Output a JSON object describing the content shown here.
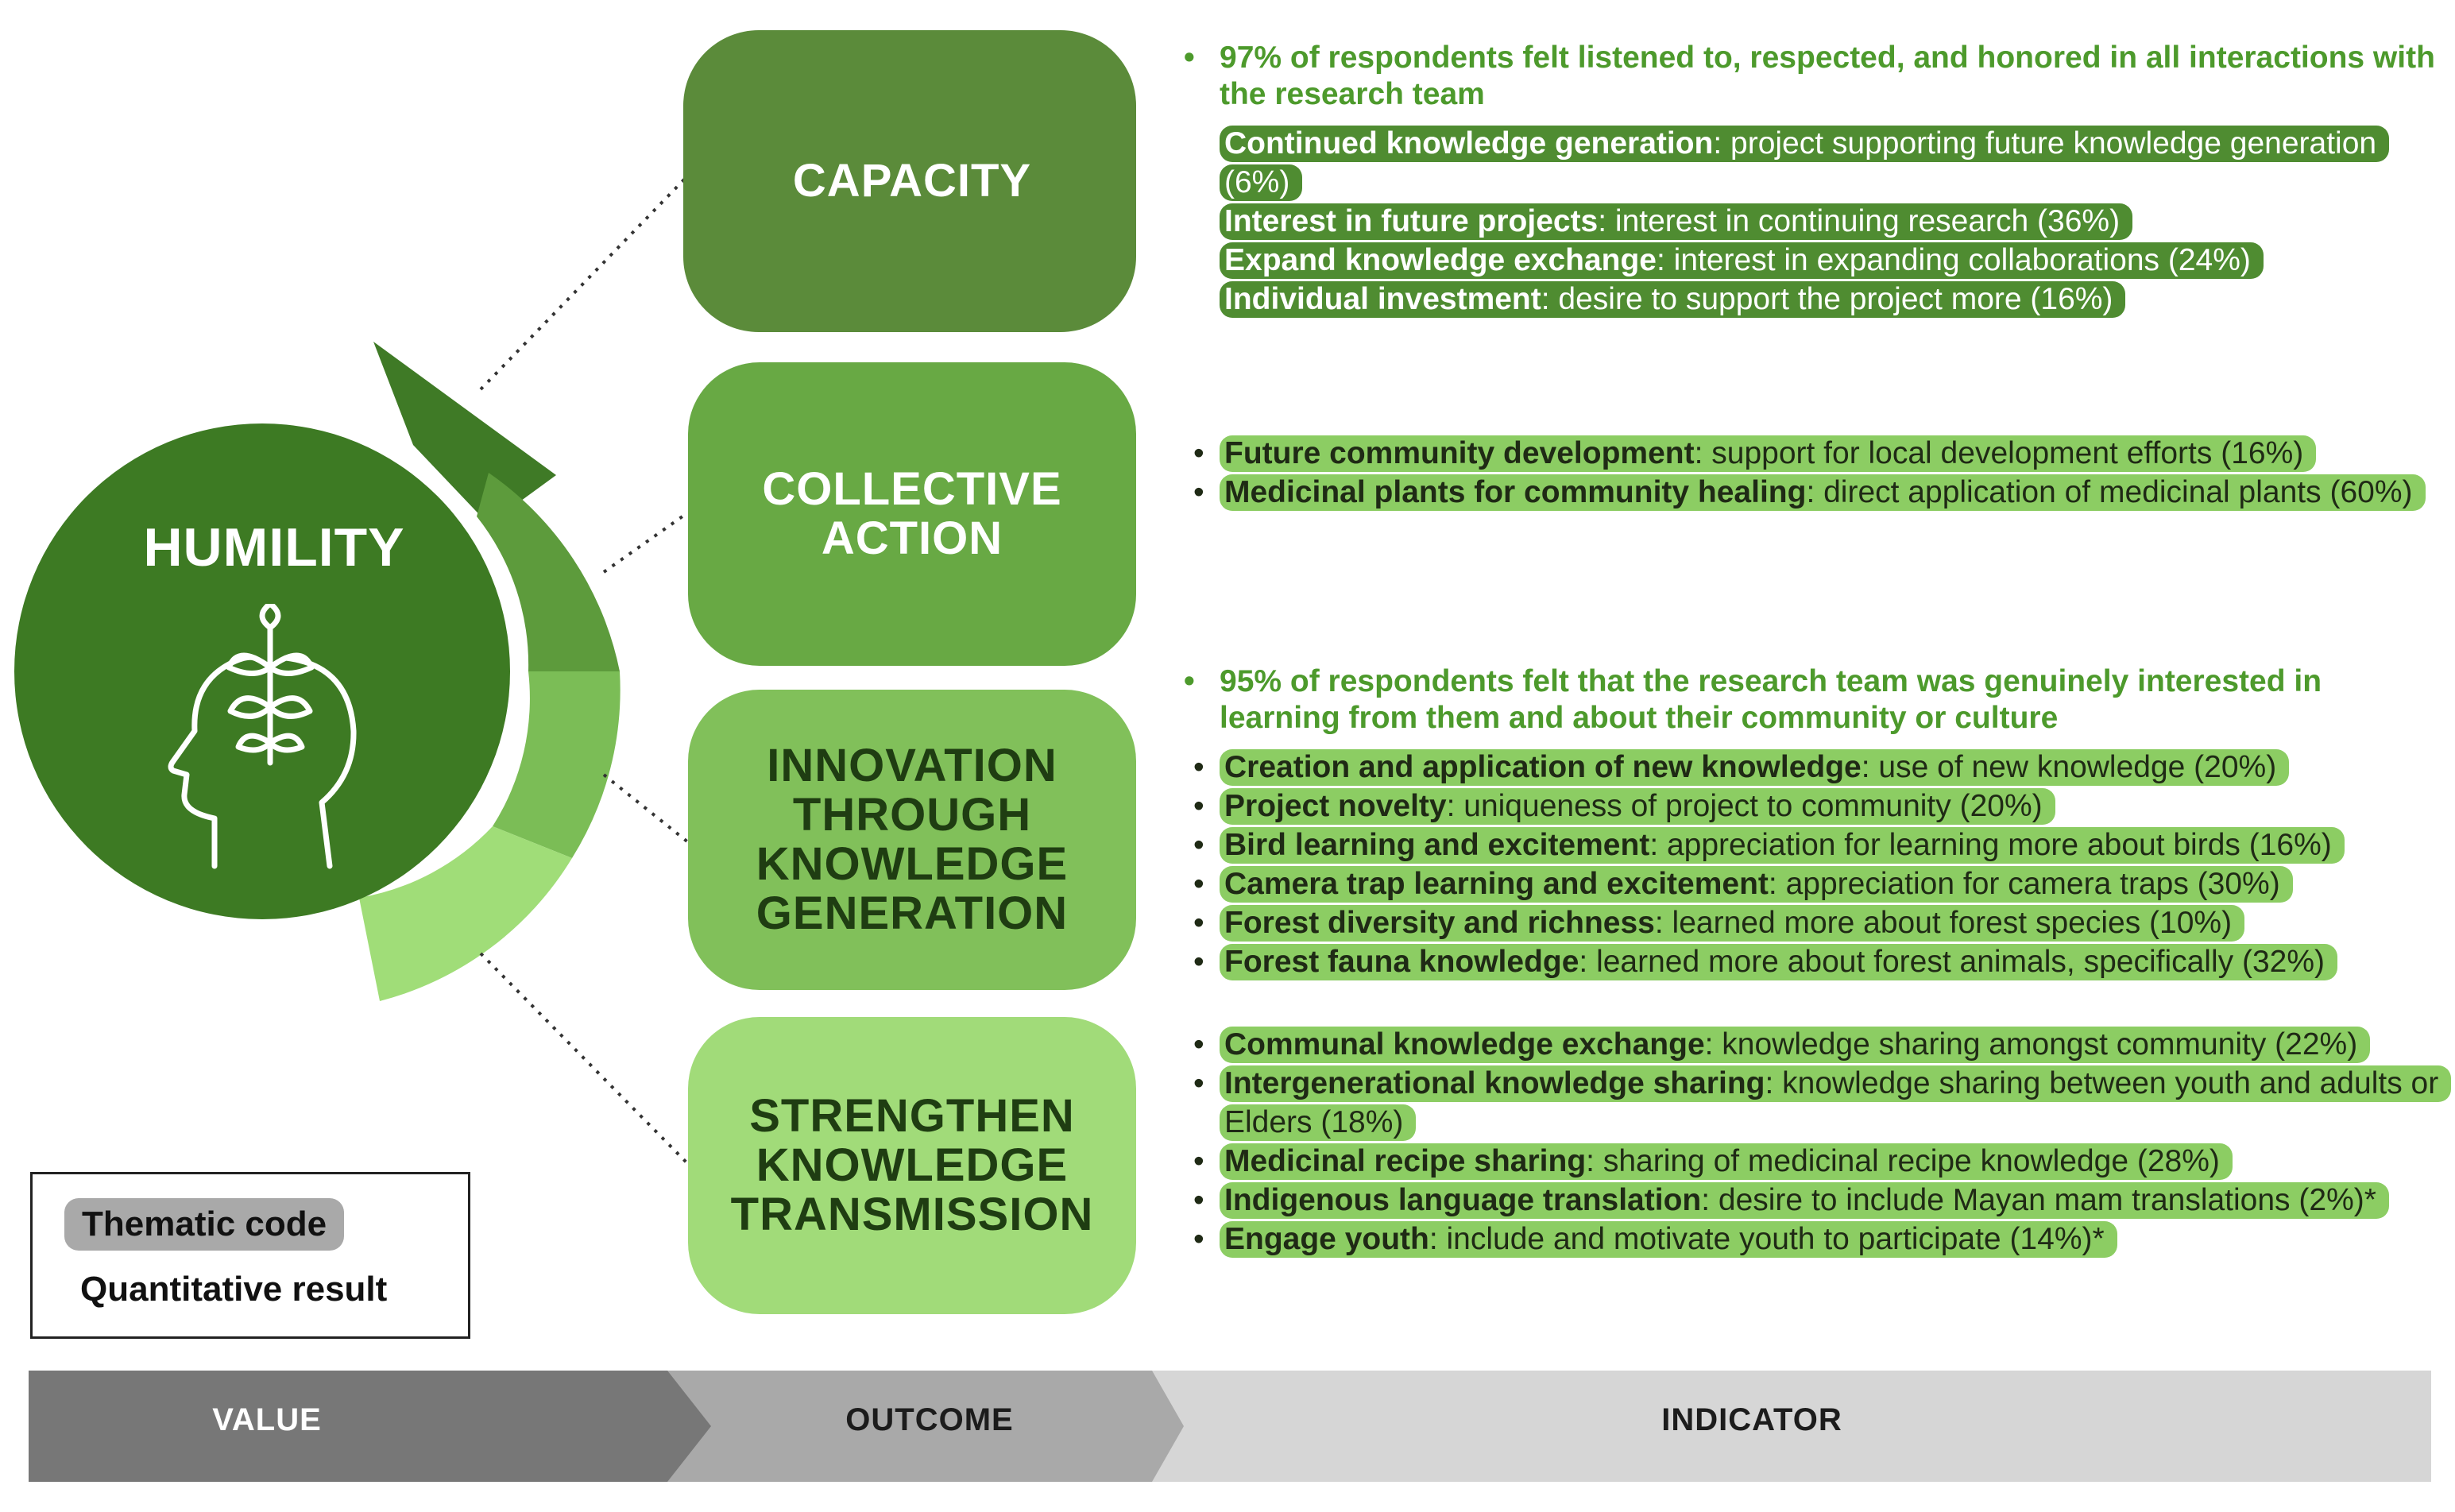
{
  "colors": {
    "value_dark": "#3d7a23",
    "outcome_1": "#5b8b3a",
    "outcome_2": "#68a944",
    "outcome_3": "#81c05a",
    "outcome_4": "#a1db79",
    "indicator_dark": "#4f8c31",
    "indicator_light": "#8ccd63",
    "quant_text": "#4d9a2c",
    "legend_gray": "#a9a9a9"
  },
  "value": {
    "title": "HUMILITY",
    "icon": "head-with-sprout-icon"
  },
  "outcomes": [
    {
      "label": "CAPACITY",
      "style": "dark",
      "quantitative": [
        "97% of respondents felt listened to, respected, and honored in all interactions with the research team"
      ],
      "indicators": [
        {
          "term": "Continued knowledge generation",
          "desc": ": project supporting future knowledge generation (6%)"
        },
        {
          "term": "Interest in future projects",
          "desc": ": interest in continuing research (36%)"
        },
        {
          "term": "Expand knowledge exchange",
          "desc": ": interest in expanding collaborations (24%)"
        },
        {
          "term": "Individual investment",
          "desc": ": desire to support the project more (16%)"
        }
      ]
    },
    {
      "label": "COLLECTIVE\nACTION",
      "style": "light",
      "quantitative": [],
      "indicators": [
        {
          "term": "Future community development",
          "desc": ": support for local development efforts (16%)"
        },
        {
          "term": "Medicinal plants for community healing",
          "desc": ": direct application of medicinal plants (60%)"
        }
      ]
    },
    {
      "label": "INNOVATION\nTHROUGH\nKNOWLEDGE\nGENERATION",
      "style": "light",
      "quantitative": [
        "95% of respondents felt that the research team was genuinely interested in learning from them and about their community or culture"
      ],
      "indicators": [
        {
          "term": "Creation and application of new knowledge",
          "desc": ": use of new knowledge (20%)"
        },
        {
          "term": "Project novelty",
          "desc": ": uniqueness of project to community (20%)"
        },
        {
          "term": "Bird learning and excitement",
          "desc": ": appreciation for learning more about birds (16%)"
        },
        {
          "term": "Camera trap learning and excitement",
          "desc": ": appreciation for camera traps (30%)"
        },
        {
          "term": "Forest diversity and richness",
          "desc": ":  learned more about forest species (10%)"
        },
        {
          "term": "Forest fauna knowledge",
          "desc": ": learned more about forest animals, specifically (32%)"
        }
      ]
    },
    {
      "label": "STRENGTHEN\nKNOWLEDGE\nTRANSMISSION",
      "style": "light",
      "quantitative": [],
      "indicators": [
        {
          "term": "Communal knowledge exchange",
          "desc": ": knowledge sharing amongst community (22%)"
        },
        {
          "term": "Intergenerational knowledge sharing",
          "desc": ": knowledge sharing between youth and adults or Elders (18%)"
        },
        {
          "term": "Medicinal recipe sharing",
          "desc": ": sharing of medicinal recipe knowledge (28%)"
        },
        {
          "term": "Indigenous language translation",
          "desc": ": desire to include Mayan mam translations (2%)*"
        },
        {
          "term": "Engage youth",
          "desc": ": include and motivate youth to participate (14%)*"
        }
      ]
    }
  ],
  "legend": {
    "thematic_code": "Thematic code",
    "quantitative_result": "Quantitative result"
  },
  "stages": [
    "VALUE",
    "OUTCOME",
    "INDICATOR"
  ]
}
